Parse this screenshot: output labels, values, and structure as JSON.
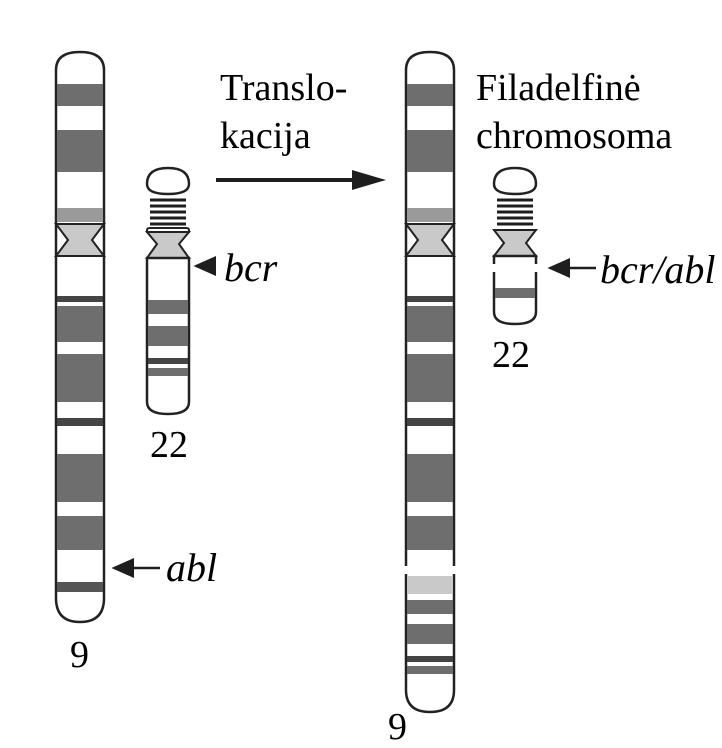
{
  "labels": {
    "translocation_line1": "Translo-",
    "translocation_line2": "kacija",
    "philadelphia_line1": "Filadelfinė",
    "philadelphia_line2": "chromosoma",
    "gene_bcr": "bcr",
    "gene_abl": "abl",
    "gene_fusion": "bcr/abl",
    "chr22_before": "22",
    "chr9_before": "9",
    "chr22_after": "22",
    "chr9_after": "9"
  },
  "colors": {
    "outline": "#222222",
    "dark_band": "#6e6e6e",
    "light_band": "#c9c9c9",
    "black_band": "#1e1e1e",
    "background": "#ffffff"
  }
}
